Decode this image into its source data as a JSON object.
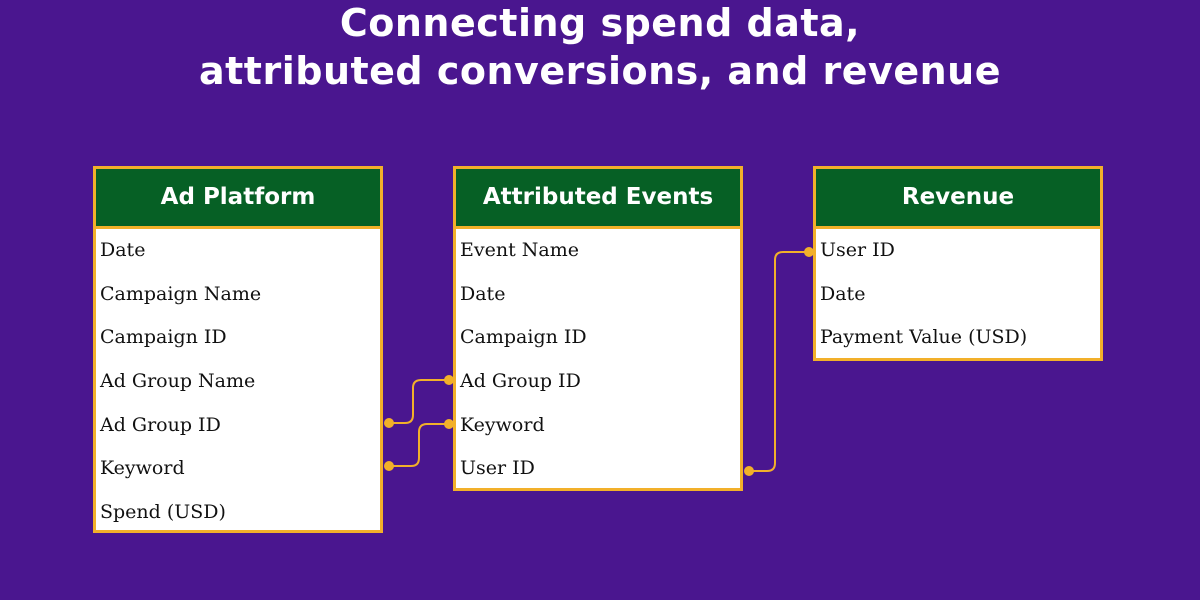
{
  "title": {
    "line1": "Connecting spend data,",
    "line2": "attributed conversions, and revenue"
  },
  "tables": {
    "ad_platform": {
      "name": "Ad Platform",
      "fields": [
        "Date",
        "Campaign Name",
        "Campaign ID",
        "Ad Group Name",
        "Ad Group ID",
        "Keyword",
        "Spend (USD)"
      ]
    },
    "attributed_events": {
      "name": "Attributed Events",
      "fields": [
        "Event Name",
        "Date",
        "Campaign ID",
        "Ad Group ID",
        "Keyword",
        "User ID"
      ]
    },
    "revenue": {
      "name": "Revenue",
      "fields": [
        "User ID",
        "Date",
        "Payment Value (USD)"
      ]
    }
  },
  "relations": [
    {
      "from": "Ad Platform.Ad Group ID",
      "to": "Attributed Events.Ad Group ID"
    },
    {
      "from": "Ad Platform.Keyword",
      "to": "Attributed Events.Keyword"
    },
    {
      "from": "Attributed Events.User ID",
      "to": "Revenue.User ID"
    }
  ],
  "colors": {
    "background": "#4a168f",
    "header": "#066025",
    "border": "#f2b02a",
    "connector": "#f2b02a",
    "title_text": "#ffffff",
    "row_text": "#111111"
  }
}
